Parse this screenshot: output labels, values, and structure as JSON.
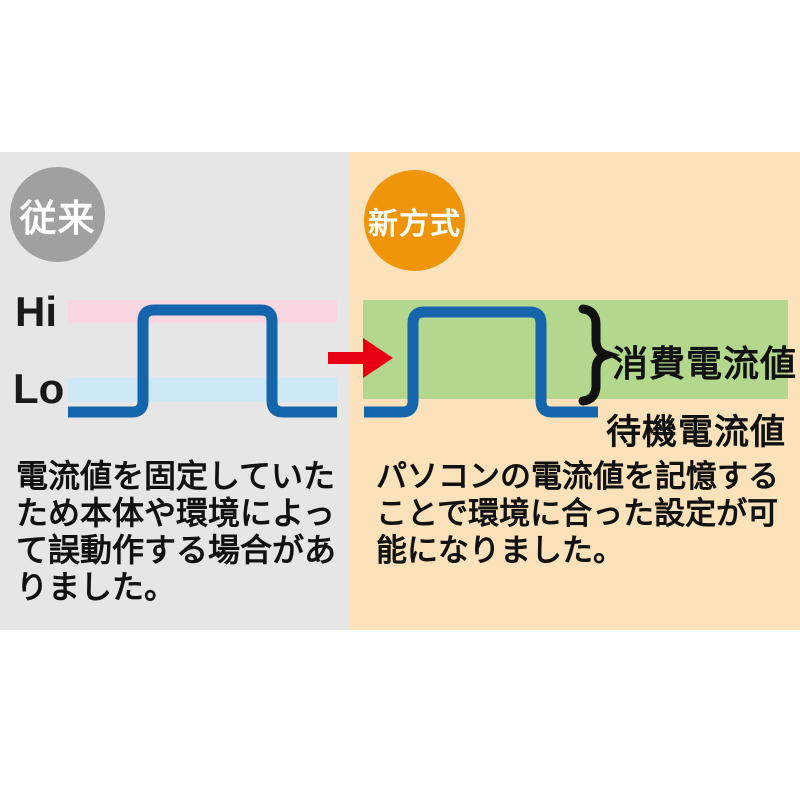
{
  "diagram_title": "current-setting comparison (conventional vs new method)",
  "panels": {
    "old": {
      "badge_label": "従来",
      "hi_label": "Hi",
      "lo_label": "Lo",
      "description": "電流値を固定していた\nため本体や環境によっ\nて誤動作する場合があ\nりました。",
      "waveform": "square pulse fixed between Hi and Lo threshold bands"
    },
    "new": {
      "badge_label": "新方式",
      "consumption_label": "消費電流値",
      "standby_label": "待機電流値",
      "description": "パソコンの電流値を記憶する\nことで環境に合った設定が可\n能になりました。",
      "waveform": "square pulse; brace marks range between consumption current and standby current"
    }
  },
  "colors": {
    "old_panel_bg": "#e6e6e7",
    "new_panel_bg": "#fbe2bb",
    "old_badge": "#a0a0a1",
    "new_badge": "#f0950a",
    "hi_band": "#f8d7e3",
    "lo_band": "#cde9f8",
    "green_band": "#b3d78c",
    "waveform_blue": "#1565ac",
    "arrow_red": "#e60012",
    "text_black": "#111111"
  }
}
